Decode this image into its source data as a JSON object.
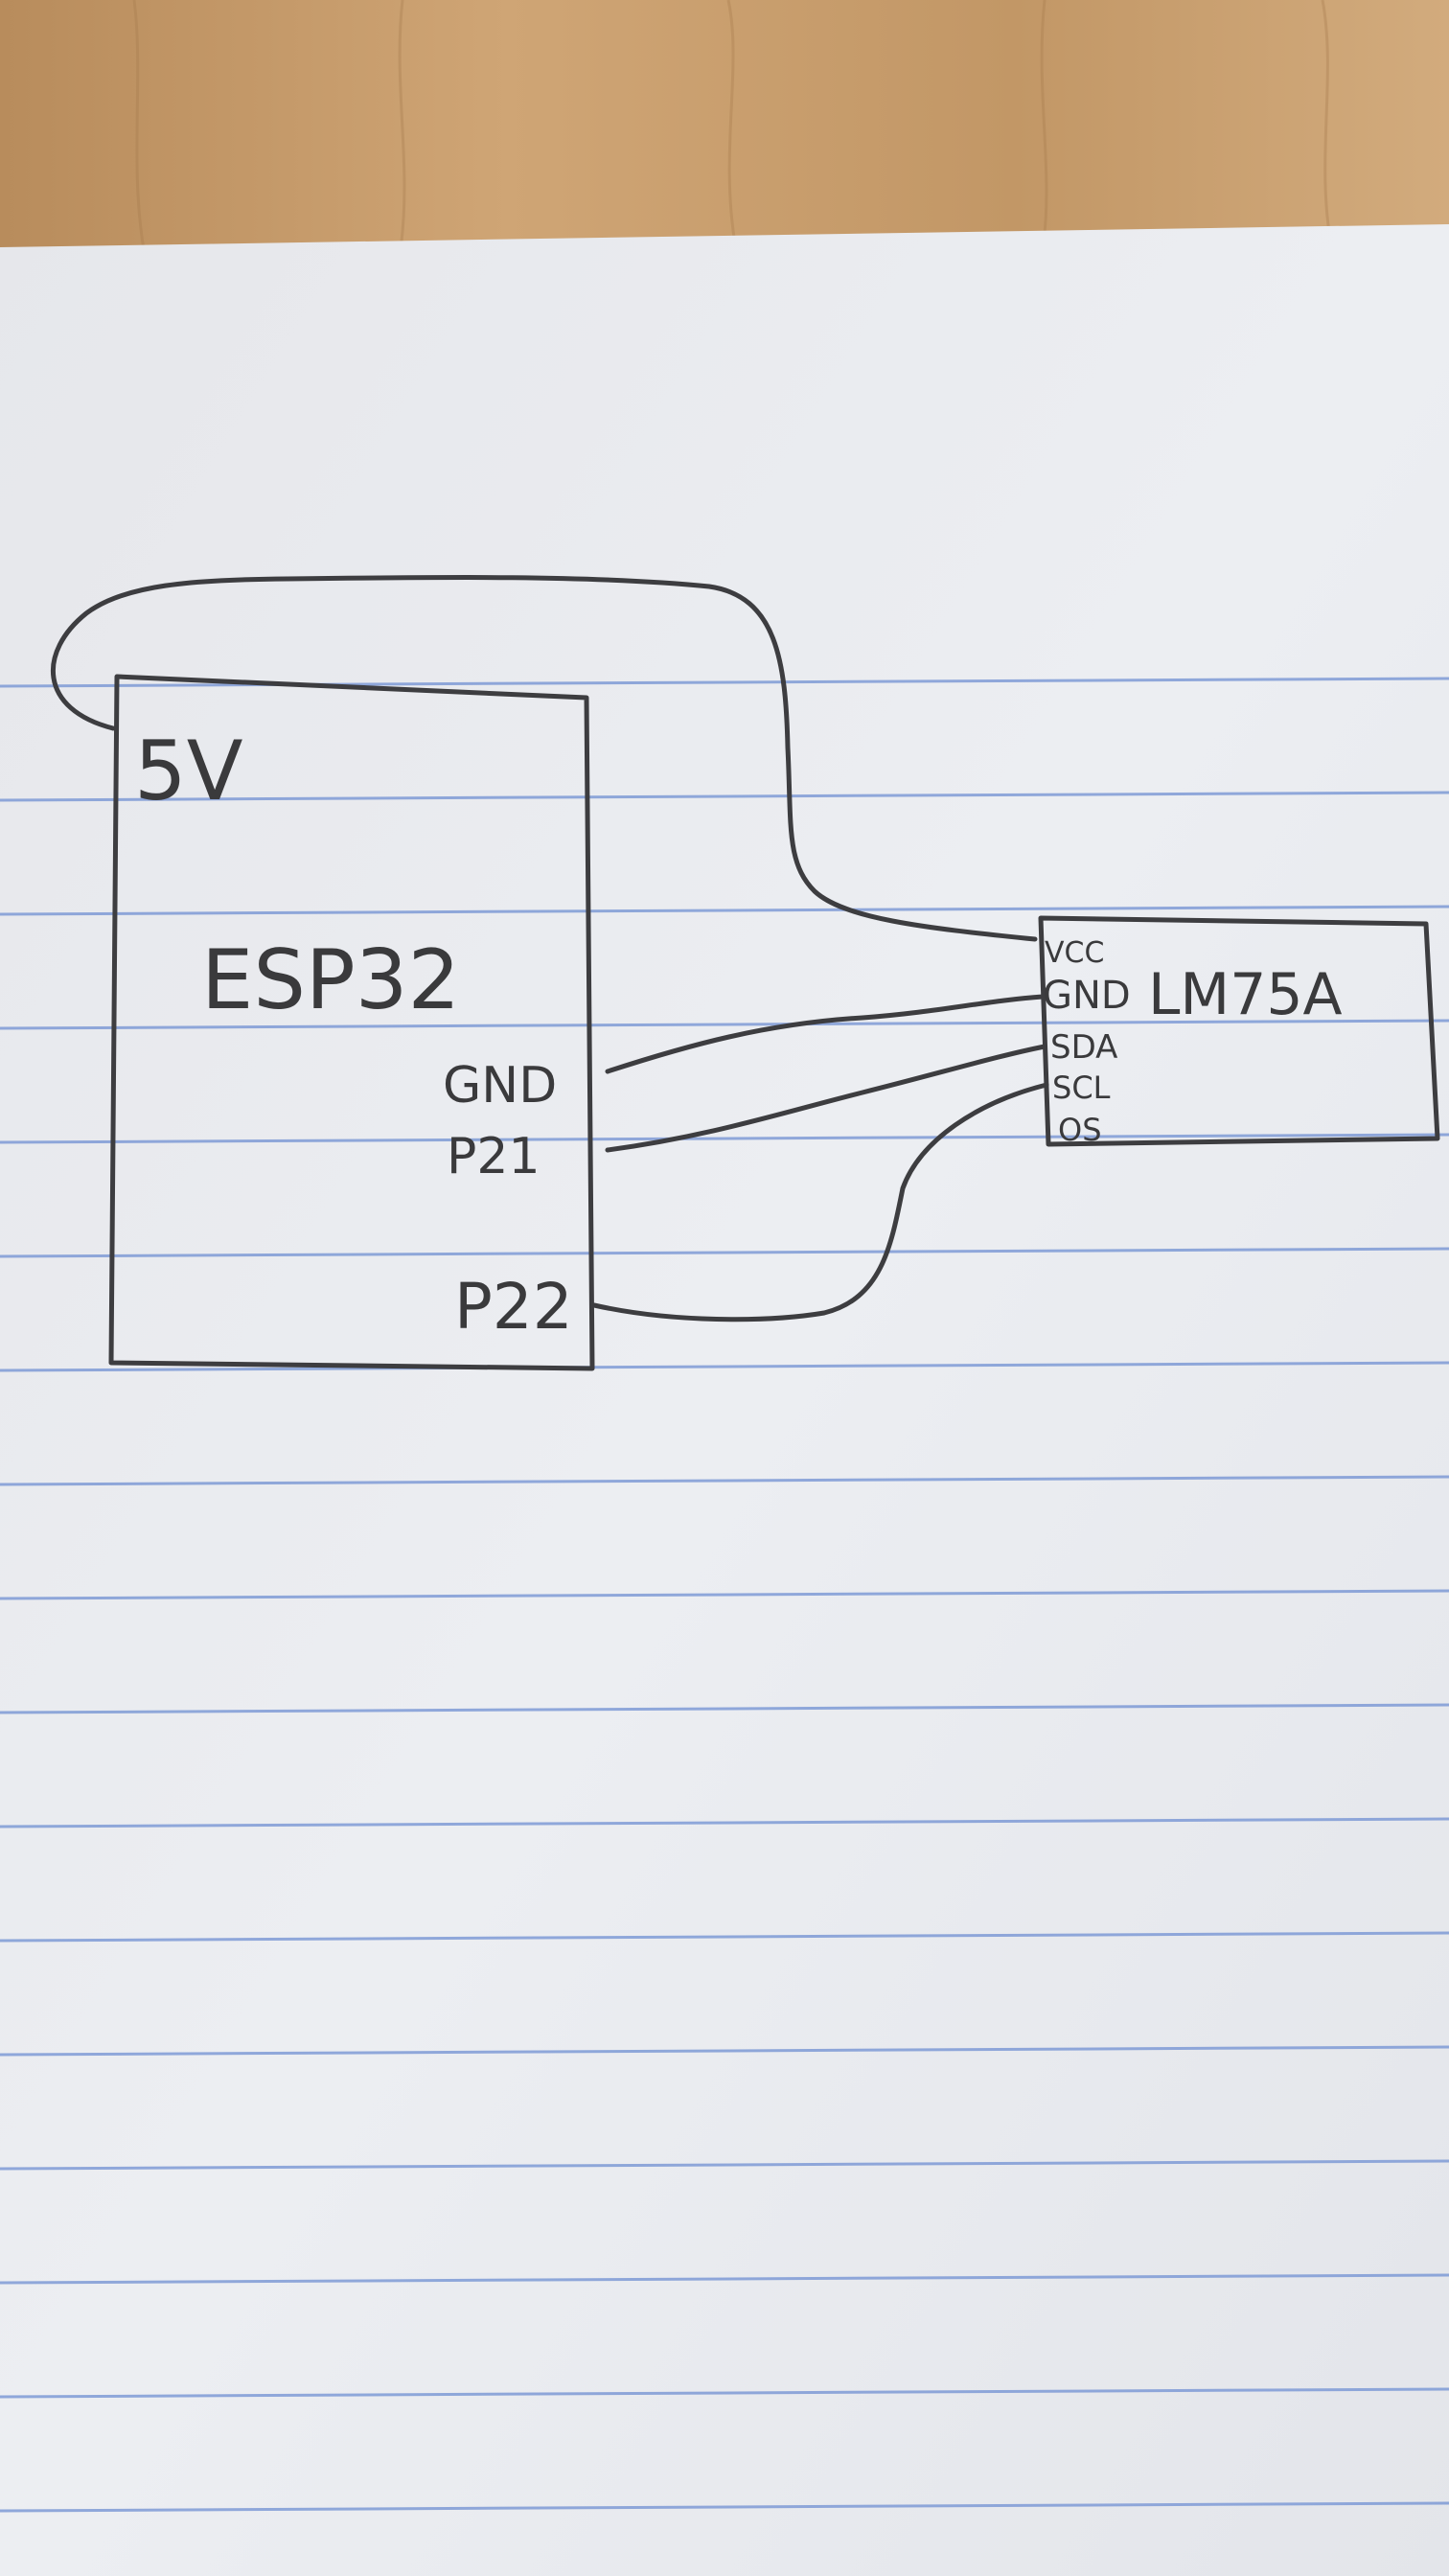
{
  "diagram": {
    "esp32": {
      "title": "ESP32",
      "pins": {
        "five_volt": "5V",
        "gnd": "GND",
        "p21": "P21",
        "p22": "P22"
      }
    },
    "lm75a": {
      "title": "LM75A",
      "pins": {
        "vcc": "VCC",
        "gnd": "GND",
        "sda": "SDA",
        "scl": "SCL",
        "os": "OS"
      }
    },
    "connections": [
      {
        "from": "ESP32.5V",
        "to": "LM75A.VCC"
      },
      {
        "from": "ESP32.GND",
        "to": "LM75A.GND"
      },
      {
        "from": "ESP32.P21",
        "to": "LM75A.SDA"
      },
      {
        "from": "ESP32.P22",
        "to": "LM75A.SCL"
      }
    ]
  },
  "colors": {
    "wood": "#c49a68",
    "paper": "#e9eaee",
    "rule_line": "#7f9bd6",
    "pencil": "#3d3d40"
  }
}
